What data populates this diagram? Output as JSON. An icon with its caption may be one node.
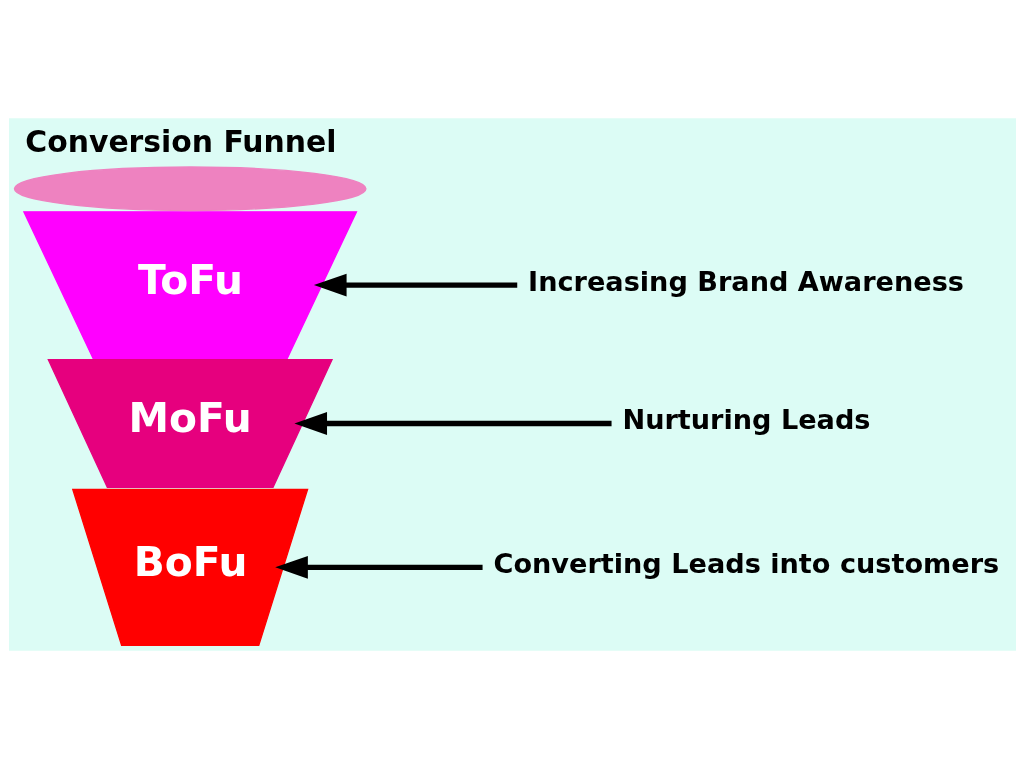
{
  "diagram": {
    "title": "Conversion Funnel",
    "nodes": [
      {
        "text": [],
        "shape": "ellipse"
      },
      {
        "text": [
          "ToFu"
        ]
      },
      {
        "text": [
          "MoFu"
        ]
      },
      {
        "text": [
          "BoFu"
        ]
      },
      {
        "text": [
          "Increasing Brand Awareness"
        ]
      },
      {
        "text": [
          "Nurturing Leads"
        ]
      },
      {
        "text": [
          "Converting Leads into customers"
        ]
      }
    ],
    "edges": [
      {
        "from": 4,
        "to": 1,
        "arrow": "to"
      },
      {
        "from": 5,
        "to": 2,
        "arrow": "to"
      },
      {
        "from": 6,
        "to": 3,
        "arrow": "to"
      }
    ]
  }
}
